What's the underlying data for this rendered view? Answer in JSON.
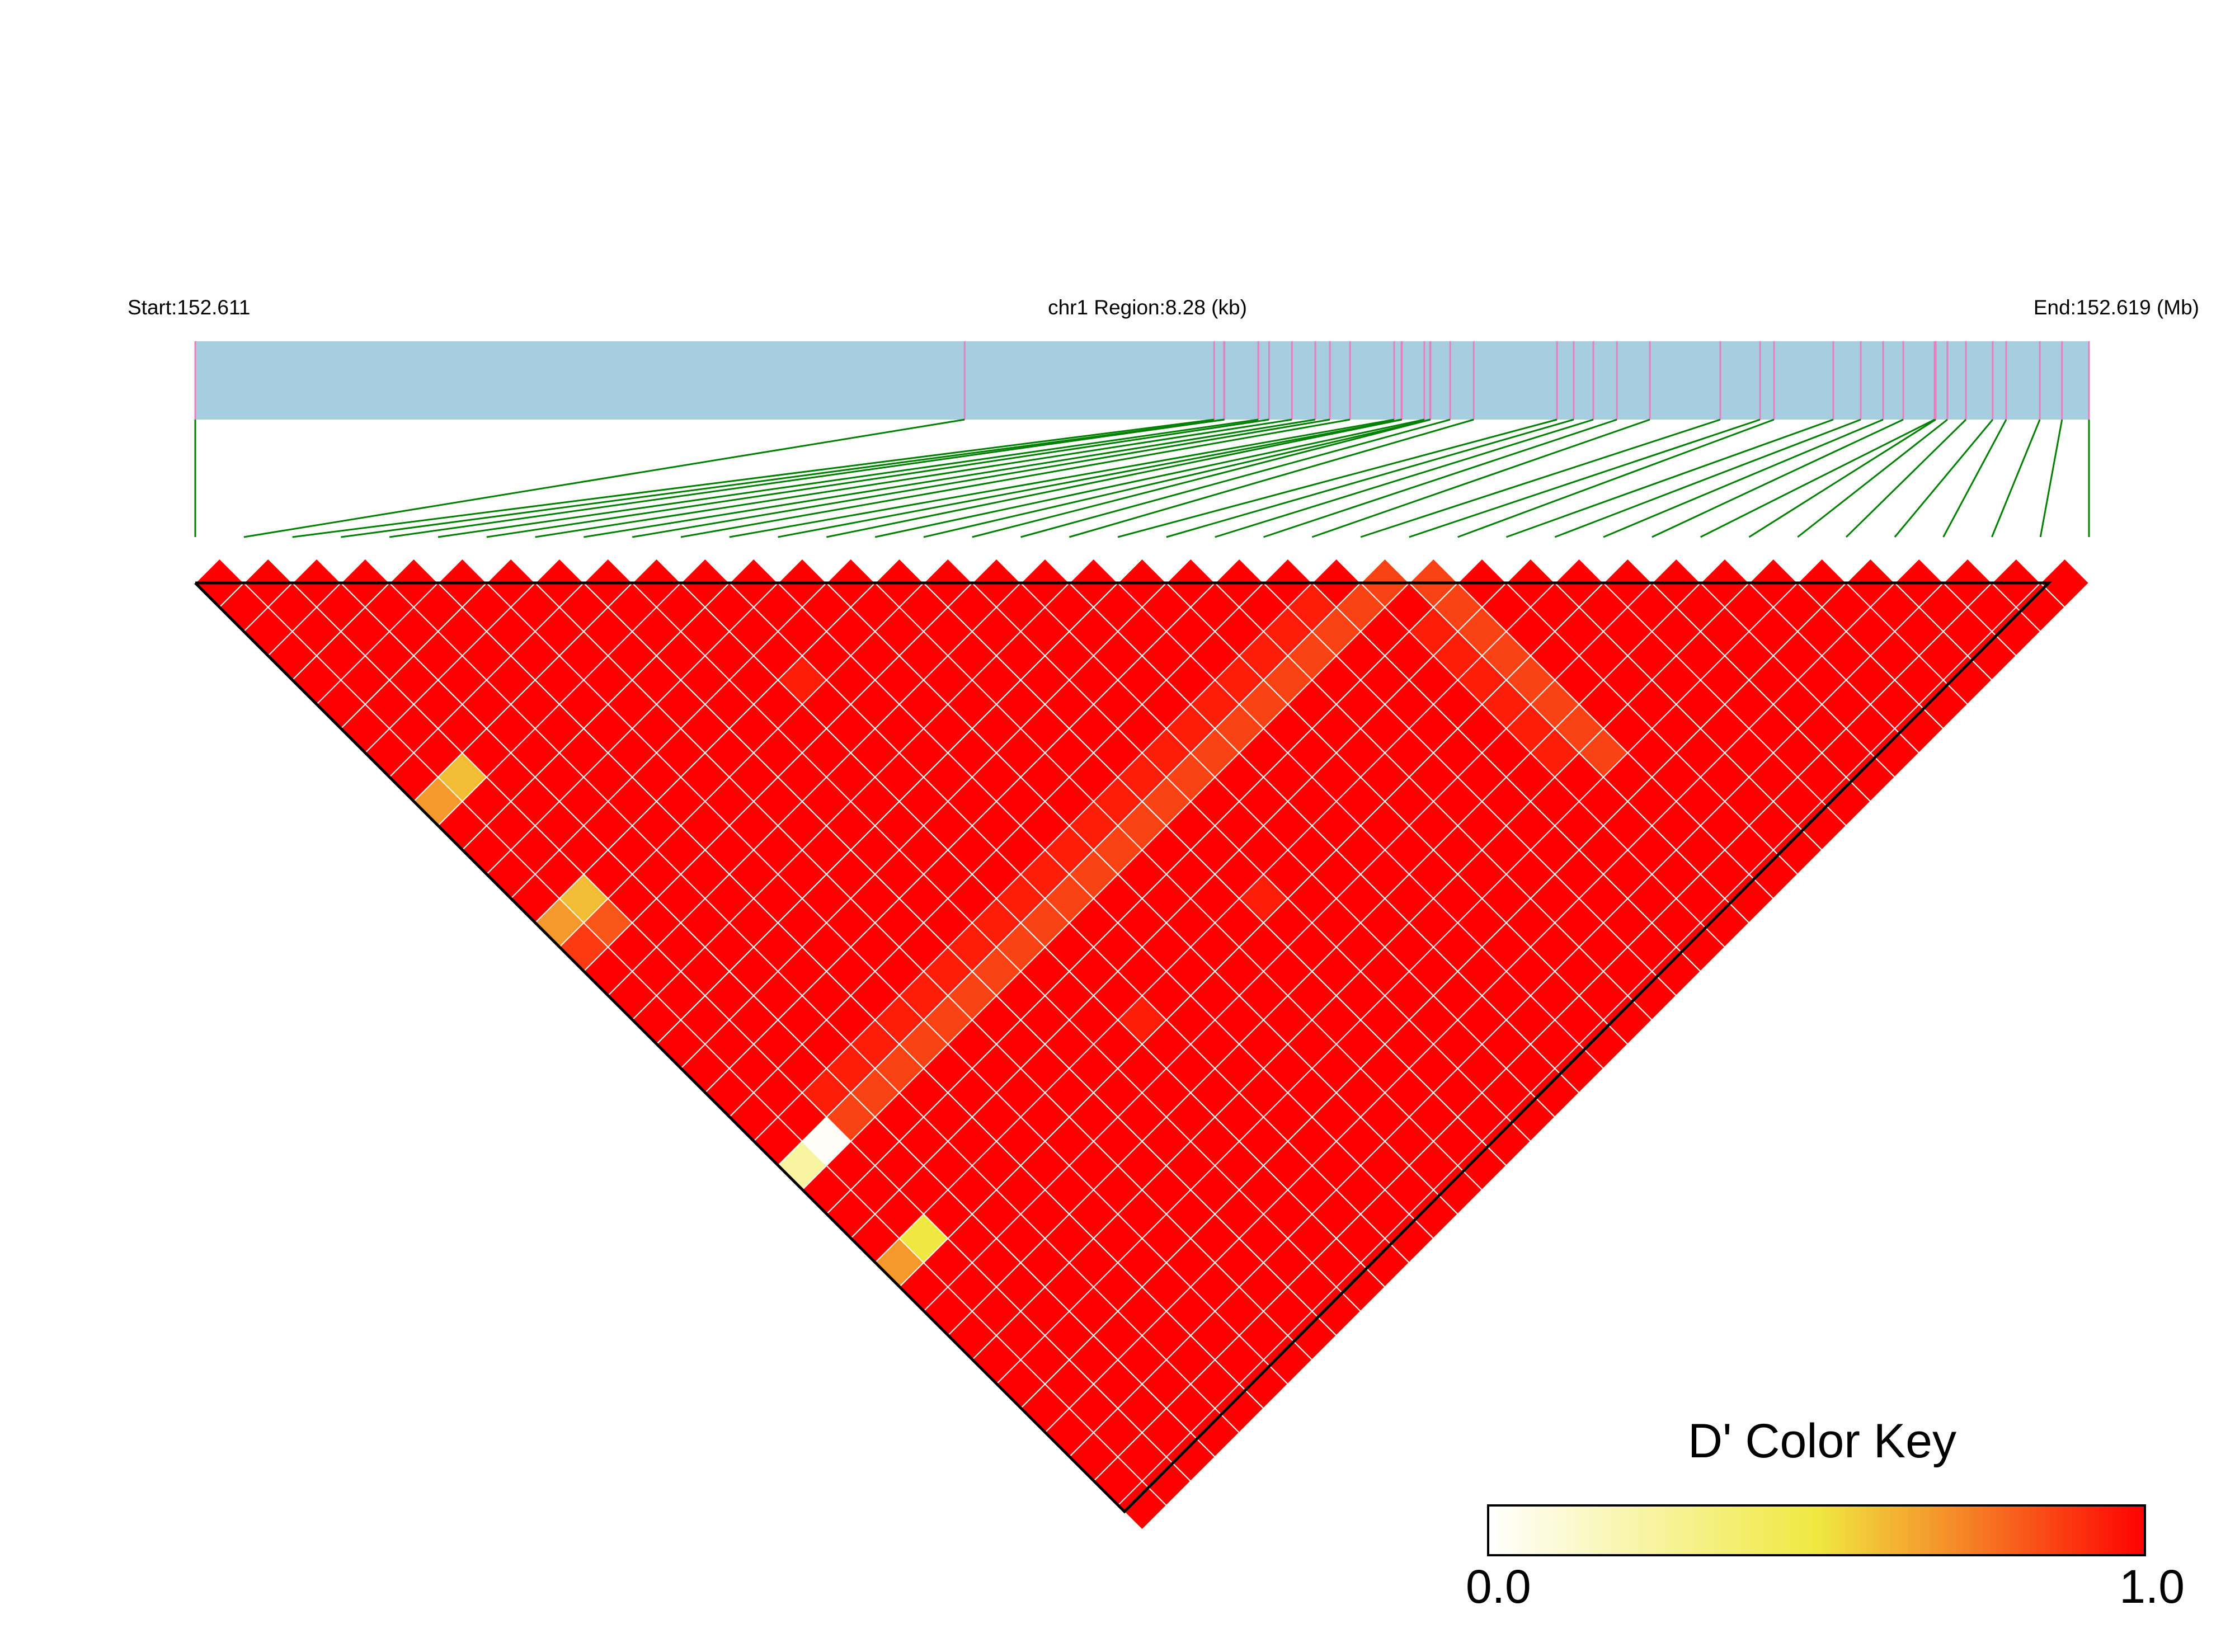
{
  "chart_data": {
    "type": "heatmap",
    "header": {
      "start_label": "Start:152.611",
      "region_label": "chr1 Region:8.28 (kb)",
      "end_label": "End:152.619 (Mb)"
    },
    "region_length_kb": 8.28,
    "snp_positions_kb": [
      0,
      3.364,
      4.455,
      4.498,
      4.5,
      4.648,
      4.695,
      4.795,
      4.897,
      4.961,
      5.049,
      5.242,
      5.274,
      5.276,
      5.374,
      5.399,
      5.401,
      5.487,
      5.59,
      5.954,
      6.027,
      6.113,
      6.216,
      6.36,
      6.668,
      6.842,
      6.903,
      7.162,
      7.282,
      7.38,
      7.468,
      7.605,
      7.61,
      7.661,
      7.742,
      7.859,
      7.918,
      8.065,
      8.162,
      8.28
    ],
    "measure": "D'",
    "default_value": 1.0,
    "exceptions": [
      [
        1,
        10,
        0.6
      ],
      [
        0,
        10,
        0.68
      ],
      [
        1,
        15,
        0.6
      ],
      [
        0,
        15,
        0.68
      ],
      [
        1,
        16,
        0.82
      ],
      [
        0,
        16,
        0.88
      ],
      [
        1,
        25,
        0.02
      ],
      [
        0,
        25,
        0.25
      ],
      [
        1,
        29,
        0.5
      ],
      [
        0,
        29,
        0.68
      ],
      [
        10,
        15,
        0.94
      ],
      [
        15,
        29,
        0.94
      ],
      [
        10,
        29,
        0.94
      ],
      [
        2,
        25,
        0.86
      ],
      [
        3,
        25,
        0.86
      ],
      [
        4,
        25,
        0.86
      ],
      [
        5,
        25,
        0.86
      ],
      [
        6,
        25,
        0.86
      ],
      [
        7,
        25,
        0.86
      ],
      [
        8,
        25,
        0.86
      ],
      [
        9,
        25,
        0.86
      ],
      [
        10,
        25,
        0.86
      ],
      [
        11,
        25,
        0.86
      ],
      [
        12,
        25,
        0.86
      ],
      [
        13,
        25,
        0.86
      ],
      [
        14,
        25,
        0.86
      ],
      [
        15,
        25,
        0.86
      ],
      [
        16,
        25,
        0.86
      ],
      [
        17,
        25,
        0.86
      ],
      [
        18,
        25,
        0.86
      ],
      [
        19,
        25,
        0.86
      ],
      [
        20,
        25,
        0.86
      ],
      [
        21,
        25,
        0.86
      ],
      [
        22,
        25,
        0.86
      ],
      [
        23,
        25,
        0.86
      ],
      [
        24,
        25,
        0.86
      ],
      [
        2,
        24,
        0.94
      ],
      [
        3,
        24,
        0.94
      ],
      [
        4,
        24,
        0.94
      ],
      [
        5,
        24,
        0.94
      ],
      [
        6,
        24,
        0.94
      ],
      [
        7,
        24,
        0.94
      ],
      [
        8,
        24,
        0.94
      ],
      [
        9,
        24,
        0.94
      ],
      [
        10,
        24,
        0.94
      ],
      [
        11,
        24,
        0.94
      ],
      [
        12,
        24,
        0.94
      ],
      [
        13,
        24,
        0.94
      ],
      [
        14,
        24,
        0.94
      ],
      [
        15,
        24,
        0.94
      ],
      [
        16,
        24,
        0.94
      ],
      [
        17,
        24,
        0.94
      ],
      [
        18,
        24,
        0.94
      ],
      [
        19,
        24,
        0.94
      ],
      [
        20,
        24,
        0.94
      ],
      [
        21,
        24,
        0.94
      ],
      [
        22,
        24,
        0.94
      ],
      [
        25,
        26,
        0.86
      ],
      [
        25,
        27,
        0.86
      ],
      [
        25,
        28,
        0.86
      ],
      [
        25,
        29,
        0.86
      ],
      [
        25,
        30,
        0.86
      ],
      [
        25,
        31,
        0.86
      ],
      [
        25,
        32,
        0.86
      ],
      [
        25,
        33,
        0.86
      ],
      [
        24,
        27,
        0.94
      ],
      [
        24,
        28,
        0.94
      ],
      [
        24,
        29,
        0.94
      ],
      [
        24,
        30,
        0.94
      ],
      [
        24,
        31,
        0.94
      ],
      [
        24,
        32,
        0.94
      ]
    ],
    "color_key": {
      "title": "D' Color Key",
      "min_label": "0.0",
      "max_label": "1.0",
      "range": [
        0,
        1
      ],
      "stops": [
        [
          0,
          "#ffffff"
        ],
        [
          0.5,
          "#f0e840"
        ],
        [
          0.7,
          "#f5902a"
        ],
        [
          1,
          "#ff0000"
        ]
      ]
    },
    "colors": {
      "region_bar": "#a6cde0",
      "snp_tick": "#e87fbf",
      "connector": "#008000",
      "cell_border": "#ffffff"
    }
  }
}
